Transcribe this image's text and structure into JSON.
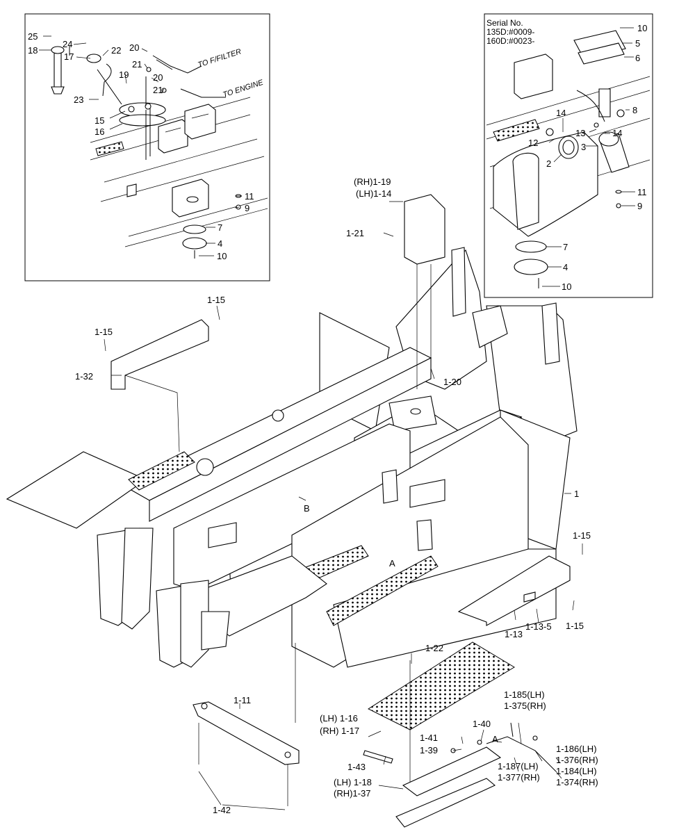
{
  "inset_right": {
    "serial_title": "Serial No.",
    "serial_line1": "135D:#0009-",
    "serial_line2": "160D:#0023-",
    "labels": [
      "10",
      "5",
      "6",
      "8",
      "14",
      "14",
      "13",
      "12",
      "3",
      "2",
      "11",
      "9",
      "7",
      "4",
      "10"
    ]
  },
  "inset_left": {
    "to_filter": "TO F/FILTER",
    "to_engine": "TO ENGINE",
    "labels": [
      "25",
      "18",
      "24",
      "17",
      "22",
      "20",
      "21",
      "20",
      "21",
      "19",
      "23",
      "15",
      "16",
      "11",
      "9",
      "7",
      "4",
      "10"
    ]
  },
  "main_labels": {
    "rh_1_19": "(RH)1-19",
    "lh_1_14": "(LH)1-14",
    "l_1_21": "1-21",
    "l_1_20": "1-20",
    "l_1_15_top": "1-15",
    "l_1_15_left": "1-15",
    "l_1_32": "1-32",
    "l_B": "B",
    "l_A_deck": "A",
    "l_1": "1",
    "l_1_15_right": "1-15",
    "l_1_15_right2": "1-15",
    "l_1_13": "1-13",
    "l_1_13_5": "1-13-5",
    "l_1_22": "1-22",
    "l_1_11": "1-11",
    "l_lh_1_16": "(LH) 1-16",
    "l_rh_1_17": "(RH) 1-17",
    "l_1_43": "1-43",
    "l_1_42": "1-42",
    "l_1_41": "1-41",
    "l_1_39": "1-39",
    "l_1_40": "1-40",
    "l_A": "A",
    "l_1_185": "1-185(LH)",
    "l_1_375": "1-375(RH)",
    "l_1_186": "1-186(LH)",
    "l_1_376": "1-376(RH)",
    "l_1_187": "1-187(LH)",
    "l_1_377": "1-377(RH)",
    "l_1_184": "1-184(LH)",
    "l_1_374": "1-374(RH)",
    "l_lh_1_18": "(LH) 1-18",
    "l_rh_1_37": "(RH)1-37"
  }
}
